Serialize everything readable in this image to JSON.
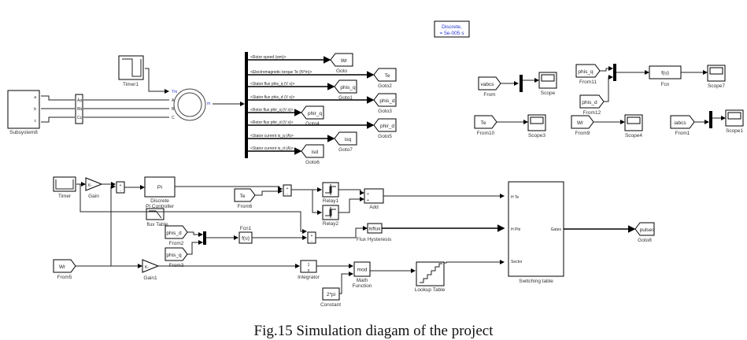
{
  "caption": "Fig.15 Simulation diagam of the project",
  "powergui": {
    "line1": "Discrete,",
    "line2": "= 5e-005 s"
  },
  "motor_section": {
    "subsystem": {
      "label": "Subsystem8",
      "ports": [
        "a",
        "b",
        "c"
      ]
    },
    "meas": {
      "ports": [
        "Aa",
        "Bb",
        "Cc"
      ]
    },
    "timer": {
      "label": "Timer1"
    },
    "machine": {
      "ports": [
        "Tm",
        "A",
        "B",
        "C"
      ],
      "out": "m"
    },
    "bus_signals": [
      "<Rotor speed (wm)>",
      "<Electromagnetic torque Te (N*m)>",
      "<Stator flux phis_q (V s)>",
      "<Stator flux phis_d (V s)>",
      "<Rotor flux phir_q (V s)>",
      "<Rotor flux phir_d (V s)>",
      "<Stator current  is_q (A)>",
      "<Stator current  is_d (A)>"
    ],
    "gotos": [
      {
        "tag": "Wr",
        "label": "Goto"
      },
      {
        "tag": "Te",
        "label": "Goto2"
      },
      {
        "tag": "phis_q",
        "label": "Goto1"
      },
      {
        "tag": "phis_d",
        "label": "Goto3"
      },
      {
        "tag": "phir_q",
        "label": "Goto4"
      },
      {
        "tag": "phir_d",
        "label": "Goto5"
      },
      {
        "tag": "isq",
        "label": "Goto7"
      },
      {
        "tag": "isd",
        "label": "Goto6"
      }
    ]
  },
  "scopes_section": {
    "from": {
      "tag": "vabcs",
      "label": "From"
    },
    "scope": "Scope",
    "from10": {
      "tag": "Te",
      "label": "From10"
    },
    "scope3": "Scope3",
    "from11": {
      "tag": "phis_q",
      "label": "From11"
    },
    "from12": {
      "tag": "phis_d",
      "label": "From12"
    },
    "fcn": {
      "expr": "f(u)",
      "label": "Fcn"
    },
    "scope7": "Scope7",
    "from9": {
      "tag": "Wr",
      "label": "From9"
    },
    "scope4": "Scope4",
    "from1": {
      "tag": "iabcs",
      "label": "From1"
    },
    "scope1": "Scope1"
  },
  "control_section": {
    "timer": "Timer",
    "gain": {
      "text": "K-",
      "label": "Gain"
    },
    "sum1": {
      "signs": [
        "+",
        "-"
      ]
    },
    "pi": {
      "text": "PI",
      "label1": "Discrete",
      "label2": "PI Controller"
    },
    "flux_table": "flux Table",
    "from6": {
      "tag": "Te",
      "label": "From6"
    },
    "sum2": {
      "signs": [
        "+",
        "-"
      ]
    },
    "relay1": "Relay1",
    "relay2": "Relay2",
    "add": {
      "label": "Add",
      "signs": [
        "+",
        "+"
      ]
    },
    "from2": {
      "tag": "phis_d",
      "label": "From2"
    },
    "from3": {
      "tag": "phis_q",
      "label": "From3"
    },
    "fcn1": {
      "expr": "f(u)",
      "label": "Fcn1"
    },
    "sum3": {
      "signs": [
        "+",
        "-"
      ]
    },
    "flux_hyst": {
      "text": "isflux",
      "label": "Flux Hysteresis"
    },
    "from5": {
      "tag": "Wr",
      "label": "From5"
    },
    "gain1": {
      "text": "K-",
      "label": "Gain1"
    },
    "integrator": {
      "num": "1",
      "den": "s",
      "label": "Integrator"
    },
    "math": {
      "text": "mod",
      "label1": "Math",
      "label2": "Function"
    },
    "constant": {
      "text": "2*pi",
      "label": "Constant"
    },
    "lookup": "Lookup Table",
    "switching": {
      "label": "Switching table",
      "in": [
        "H Te",
        "H Phi",
        "Sector"
      ],
      "out": "Gates"
    },
    "goto8": {
      "tag": "pulses",
      "label": "Goto8"
    }
  }
}
